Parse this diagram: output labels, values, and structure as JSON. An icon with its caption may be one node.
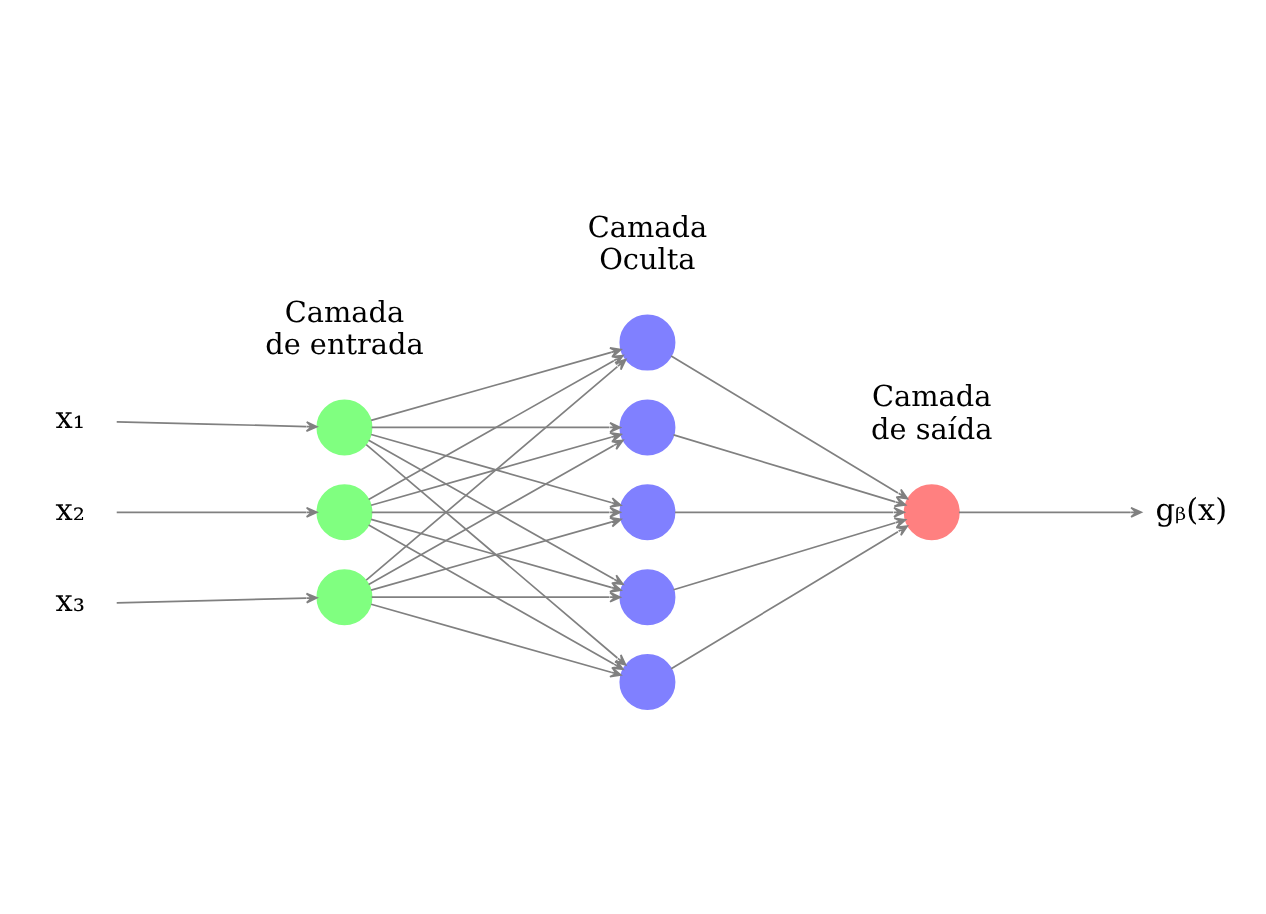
{
  "diagram": {
    "nodes": [
      {
        "text": [
          "x₁"
        ]
      },
      {
        "text": [
          "x₂"
        ]
      },
      {
        "text": [
          "x₃"
        ]
      },
      {
        "text": [],
        "shape": "circle"
      },
      {
        "text": [],
        "shape": "circle"
      },
      {
        "text": [],
        "shape": "circle"
      },
      {
        "text": [],
        "shape": "circle"
      },
      {
        "text": [],
        "shape": "circle"
      },
      {
        "text": [],
        "shape": "circle"
      },
      {
        "text": [],
        "shape": "circle"
      },
      {
        "text": [],
        "shape": "circle"
      },
      {
        "text": [],
        "shape": "circle"
      },
      {
        "text": [
          "gᵦ(x)"
        ]
      }
    ],
    "edges": [
      {
        "from": 0,
        "to": 3,
        "arrow": "to"
      },
      {
        "from": 1,
        "to": 4,
        "arrow": "to"
      },
      {
        "from": 2,
        "to": 5,
        "arrow": "to"
      },
      {
        "from": 3,
        "to": 6,
        "arrow": "to"
      },
      {
        "from": 3,
        "to": 7,
        "arrow": "to"
      },
      {
        "from": 3,
        "to": 8,
        "arrow": "to"
      },
      {
        "from": 3,
        "to": 9,
        "arrow": "to"
      },
      {
        "from": 3,
        "to": 10,
        "arrow": "to"
      },
      {
        "from": 4,
        "to": 6,
        "arrow": "to"
      },
      {
        "from": 4,
        "to": 7,
        "arrow": "to"
      },
      {
        "from": 4,
        "to": 8,
        "arrow": "to"
      },
      {
        "from": 4,
        "to": 9,
        "arrow": "to"
      },
      {
        "from": 4,
        "to": 10,
        "arrow": "to"
      },
      {
        "from": 5,
        "to": 6,
        "arrow": "to"
      },
      {
        "from": 5,
        "to": 7,
        "arrow": "to"
      },
      {
        "from": 5,
        "to": 8,
        "arrow": "to"
      },
      {
        "from": 5,
        "to": 9,
        "arrow": "to"
      },
      {
        "from": 5,
        "to": 10,
        "arrow": "to"
      },
      {
        "from": 6,
        "to": 11,
        "arrow": "to"
      },
      {
        "from": 7,
        "to": 11,
        "arrow": "to"
      },
      {
        "from": 8,
        "to": 11,
        "arrow": "to"
      },
      {
        "from": 9,
        "to": 11,
        "arrow": "to"
      },
      {
        "from": 10,
        "to": 11,
        "arrow": "to"
      },
      {
        "from": 11,
        "to": 12,
        "arrow": "to"
      }
    ],
    "labels": [
      "Camada de entrada",
      "Camada Oculta",
      "Camada de saída"
    ]
  }
}
